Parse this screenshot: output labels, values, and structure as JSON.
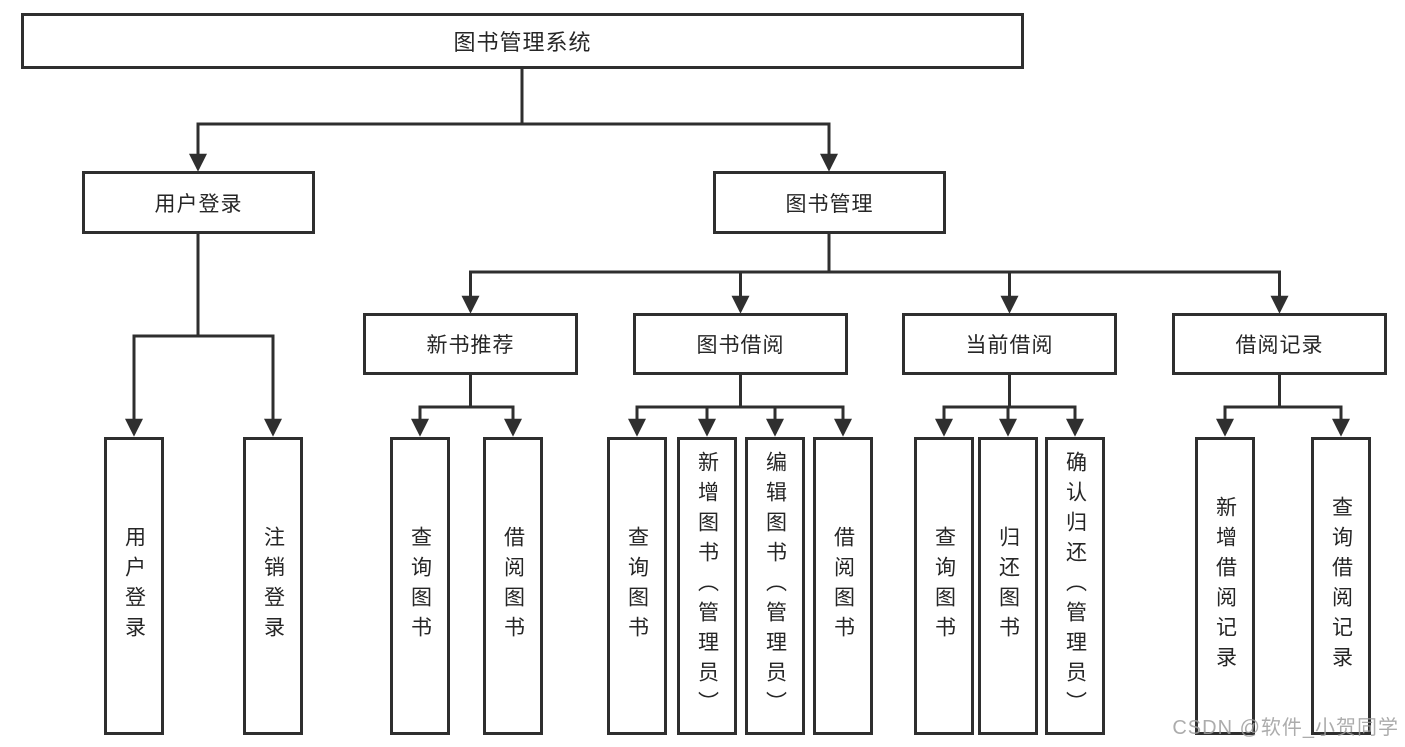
{
  "diagram": {
    "root": {
      "label": "图书管理系统",
      "children": [
        {
          "label": "用户登录",
          "children": [
            {
              "label": "用户登录"
            },
            {
              "label": "注销登录"
            }
          ]
        },
        {
          "label": "图书管理",
          "children": [
            {
              "label": "新书推荐",
              "children": [
                {
                  "label": "查询图书"
                },
                {
                  "label": "借阅图书"
                }
              ]
            },
            {
              "label": "图书借阅",
              "children": [
                {
                  "label": "查询图书"
                },
                {
                  "label": "新增图书（管理员）"
                },
                {
                  "label": "编辑图书（管理员）"
                },
                {
                  "label": "借阅图书"
                }
              ]
            },
            {
              "label": "当前借阅",
              "children": [
                {
                  "label": "查询图书"
                },
                {
                  "label": "归还图书"
                },
                {
                  "label": "确认归还（管理员）"
                }
              ]
            },
            {
              "label": "借阅记录",
              "children": [
                {
                  "label": "新增借阅记录"
                },
                {
                  "label": "查询借阅记录"
                }
              ]
            }
          ]
        }
      ]
    },
    "watermark": "CSDN @软件_小贺同学",
    "colors": {
      "line": "#2f2f2f",
      "box_border": "#2f2f2f",
      "text": "#262626",
      "watermark": "#9e9e9e",
      "background": "#ffffff"
    }
  }
}
